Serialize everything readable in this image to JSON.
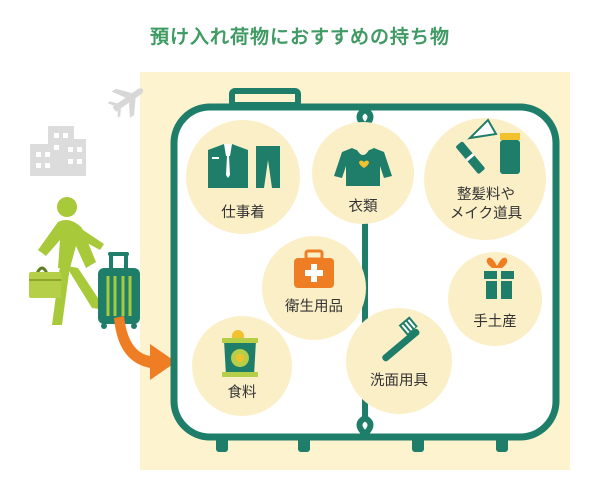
{
  "title": "預け入れ荷物におすすめの持ち物",
  "items": [
    {
      "label": "仕事着",
      "icon": "suit-icon"
    },
    {
      "label": "衣類",
      "icon": "sweater-icon"
    },
    {
      "label": "整髪料や",
      "label2": "メイク道具",
      "icon": "makeup-brush-icon"
    },
    {
      "label": "衛生用品",
      "icon": "first-aid-kit-icon"
    },
    {
      "label": "手土産",
      "icon": "gift-box-icon"
    },
    {
      "label": "食料",
      "icon": "snack-bag-icon"
    },
    {
      "label": "洗面用具",
      "icon": "toothbrush-icon"
    }
  ],
  "colors": {
    "accent_green": "#3f9a63",
    "suitcase": "#1e7e6a",
    "arrow": "#ef7d24",
    "traveler": "#a7c93a",
    "bubble": "#fbefc8"
  }
}
